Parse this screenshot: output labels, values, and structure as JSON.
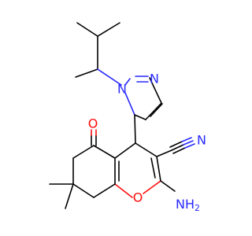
{
  "molecule": {
    "atoms": {
      "pyrazole_n1": "N",
      "pyrazole_n2": "N",
      "ketone_o": "O",
      "ring_o": "O",
      "nitrile_n": "N",
      "amine_nh2": "NH",
      "amine_subscript": "2"
    },
    "colors": {
      "carbon": "#000000",
      "nitrogen": "#2929ff",
      "oxygen": "#ff0d0d"
    }
  }
}
